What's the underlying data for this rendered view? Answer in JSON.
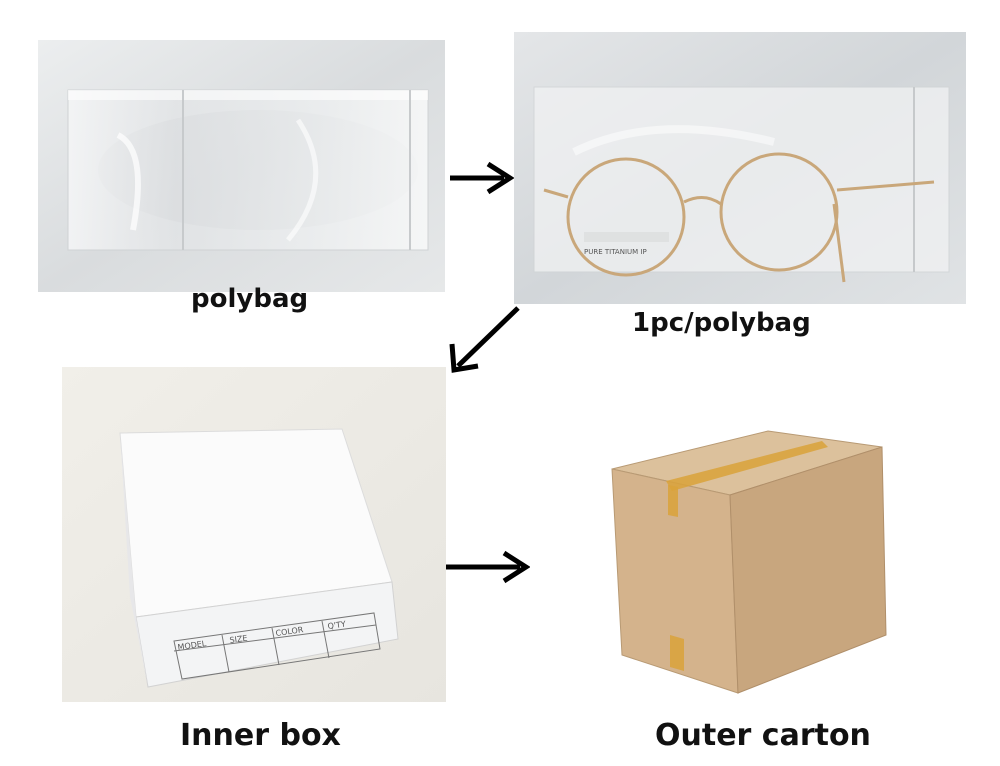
{
  "captions": {
    "polybag": "polybag",
    "one_per_polybag": "1pc/polybag",
    "inner_box": "Inner box",
    "outer_carton": "Outer carton"
  },
  "eyewear_temple_text": "PURE TITANIUM IP",
  "inner_box_label": {
    "columns": [
      "MODEL",
      "SIZE",
      "COLOR",
      "Q'TY"
    ]
  },
  "colors": {
    "background": "#ffffff",
    "caption_text": "#111111",
    "carton_face": "#d4b38c",
    "carton_side": "#c29d74",
    "tape": "#d9a23a",
    "frame_gold": "#c9a77a"
  }
}
